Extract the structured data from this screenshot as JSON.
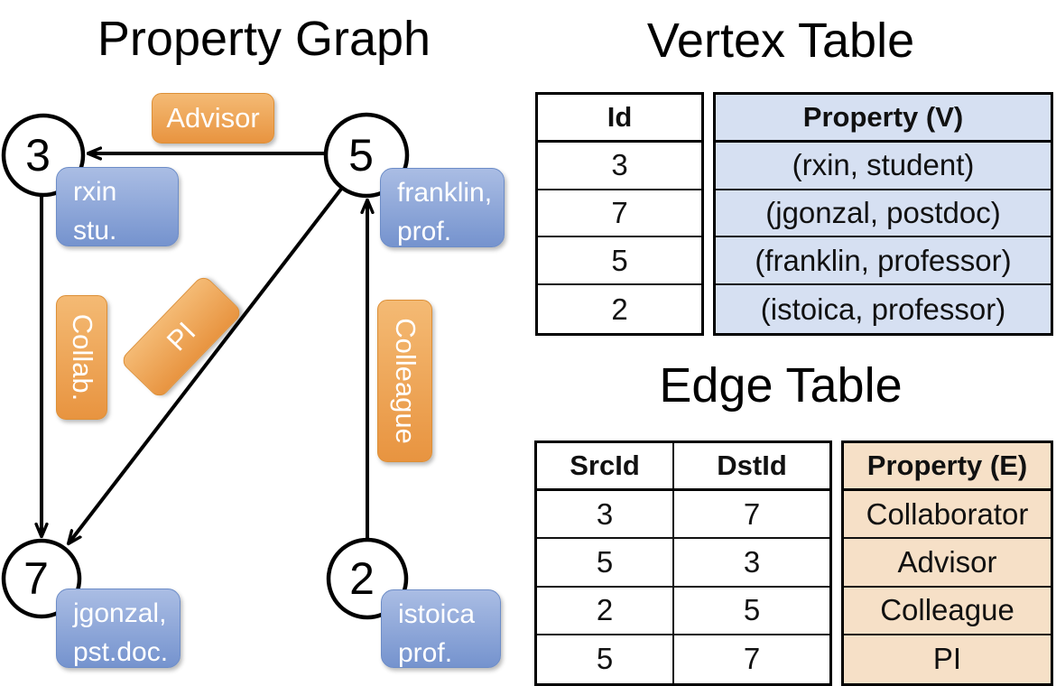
{
  "titles": {
    "graph": "Property Graph",
    "vertex_table": "Vertex Table",
    "edge_table": "Edge Table"
  },
  "graph": {
    "nodes": [
      {
        "id": "3",
        "label": "rxin\nstu."
      },
      {
        "id": "5",
        "label": "franklin,\nprof."
      },
      {
        "id": "7",
        "label": "jgonzal,\npst.doc."
      },
      {
        "id": "2",
        "label": "istoica\nprof."
      }
    ],
    "edges": [
      {
        "src": "5",
        "dst": "3",
        "label": "Advisor"
      },
      {
        "src": "3",
        "dst": "7",
        "label": "Collab."
      },
      {
        "src": "5",
        "dst": "7",
        "label": "PI"
      },
      {
        "src": "2",
        "dst": "5",
        "label": "Colleague"
      }
    ]
  },
  "vertex_table": {
    "headers": [
      "Id",
      "Property (V)"
    ],
    "rows": [
      [
        "3",
        "(rxin, student)"
      ],
      [
        "7",
        "(jgonzal, postdoc)"
      ],
      [
        "5",
        "(franklin, professor)"
      ],
      [
        "2",
        "(istoica, professor)"
      ]
    ]
  },
  "edge_table": {
    "headers": [
      "SrcId",
      "DstId",
      "Property (E)"
    ],
    "rows": [
      [
        "3",
        "7",
        "Collaborator"
      ],
      [
        "5",
        "3",
        "Advisor"
      ],
      [
        "2",
        "5",
        "Colleague"
      ],
      [
        "5",
        "7",
        "PI"
      ]
    ]
  },
  "colors": {
    "edge_label_orange": "#efa24b",
    "vertex_label_blue": "#8aa5d8",
    "vertex_property_bg": "#d6e0f2",
    "edge_property_bg": "#f6e0c7",
    "line_color": "#000000"
  }
}
